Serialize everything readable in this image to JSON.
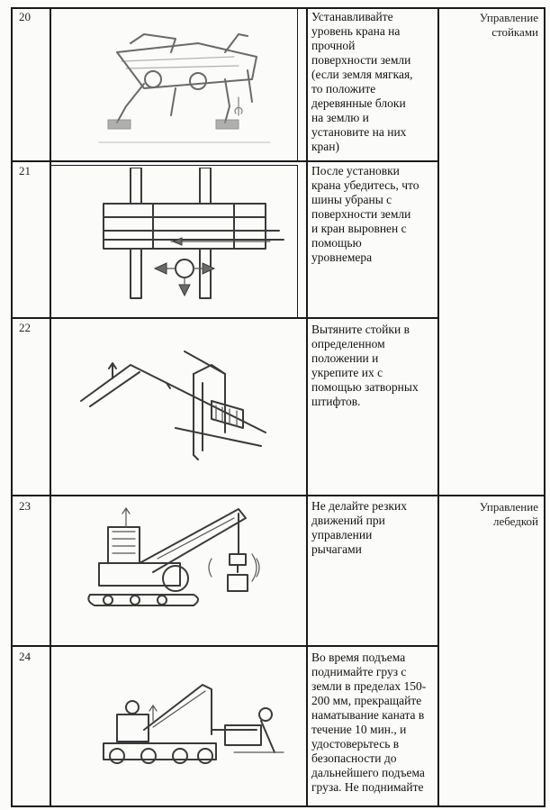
{
  "rows": [
    {
      "number": "20",
      "instruction": [
        "Устанавливайте",
        "уровень крана на",
        "прочной",
        "поверхности земли",
        "(если земля мягкая,",
        "то положите",
        "деревянные блоки",
        "на землю и",
        "установите на них",
        "кран)"
      ],
      "illustration_icon": "crane-outriggers-icon"
    },
    {
      "number": "21",
      "instruction": [
        "После установки",
        "крана убедитесь, что",
        "шины убраны с",
        "поверхности земли",
        "и кран выровнен с",
        "помощью",
        "уровнемера"
      ],
      "illustration_icon": "crane-leveling-top-view-icon"
    },
    {
      "number": "22",
      "instruction": [
        "Вытяните стойки в",
        "определенном",
        "положении и",
        "укрепите их с",
        "помощью затворных",
        "штифтов."
      ],
      "illustration_icon": "outrigger-pin-icon"
    },
    {
      "number": "23",
      "instruction": [
        "Не делайте резких",
        "движений при",
        "управлении",
        "рычагами"
      ],
      "illustration_icon": "crane-swinging-load-icon"
    },
    {
      "number": "24",
      "instruction": [
        "Во время подъема",
        "поднимайте груз с",
        "земли в пределах 150-",
        "200 мм, прекращайте",
        "наматывание каната в",
        "течение 10 мин., и",
        "удостоверьтесь в",
        "безопасности до",
        "дальнейшего подъема",
        "груза. Не поднимайте"
      ],
      "illustration_icon": "crane-lifting-load-icon"
    }
  ],
  "control_groups": [
    {
      "label": [
        "Управление",
        "стойками"
      ]
    },
    {
      "label": [
        "Управление",
        "лебедкой"
      ]
    }
  ]
}
